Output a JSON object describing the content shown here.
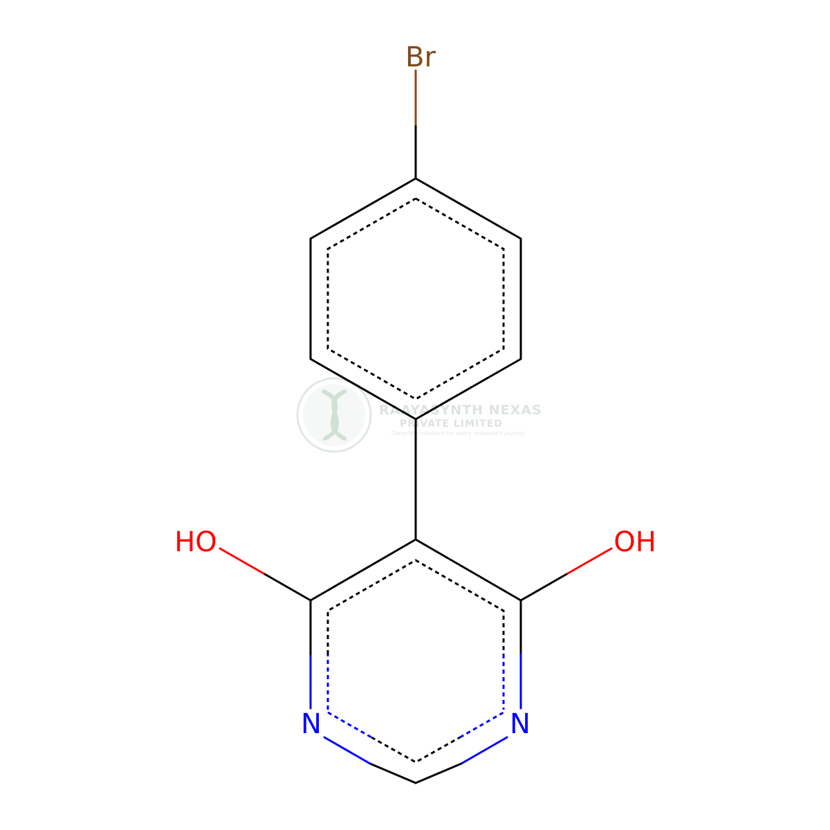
{
  "molecule": {
    "atoms": {
      "bromine": "Br",
      "hydroxyl_left": "HO",
      "hydroxyl_right": "OH",
      "nitrogen_left": "N",
      "nitrogen_right": "N"
    },
    "colors": {
      "bond": "#000000",
      "bromine": "#7f4c19",
      "oxygen": "#ff0000",
      "nitrogen": "#0000ff"
    }
  },
  "watermark": {
    "title": "RAAYASYNTH NEXAS",
    "subtitle": "PRIVATE LIMITED",
    "tagline": "Complete solutions for every molecule's journey",
    "icon": "dna-helix-icon",
    "color": "#c8d8cc"
  }
}
